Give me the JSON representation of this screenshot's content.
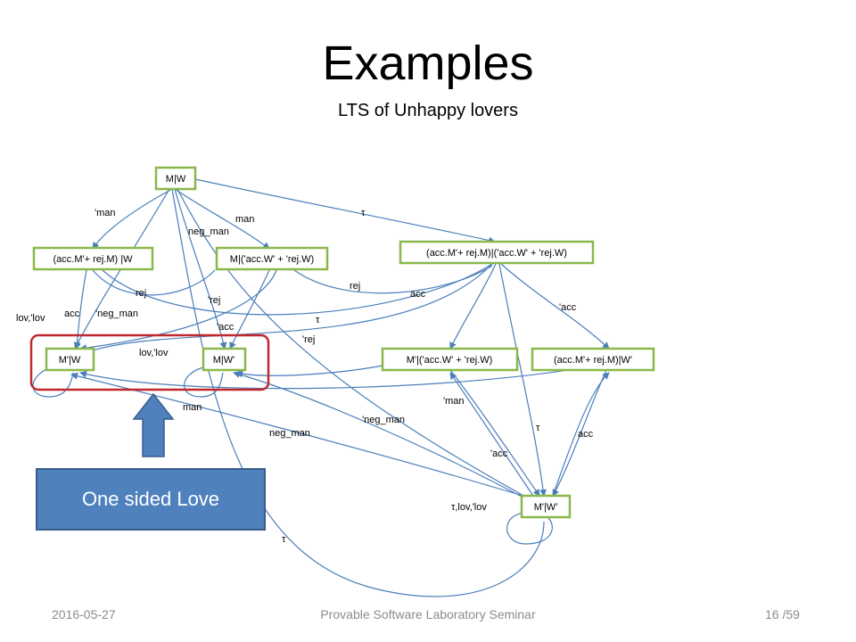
{
  "slide": {
    "title": "Examples",
    "subtitle": "LTS of Unhappy lovers"
  },
  "colors": {
    "node_border": "#8bb84a",
    "edge": "#4a7ebb",
    "highlight_box": "#c0282e",
    "arrow_fill": "#4f81bd",
    "callout_fill": "#4f81bd"
  },
  "nodes": {
    "mw": "M|W",
    "acc_rej_w": "(acc.M'+ rej.M) |W",
    "m_accrej": "M|('acc.W' + 'rej.W)",
    "sum_sum": "(acc.M'+ rej.M)|('acc.W' + 'rej.W)",
    "mp_w": "M'|W",
    "m_wp": "M|W'",
    "mp_accrej": "M'|('acc.W' + 'rej.W)",
    "accrej_wp": "(acc.M'+ rej.M)|W'",
    "mp_wp": "M'|W'"
  },
  "edge_labels": {
    "man_out": "'man",
    "man": "man",
    "neg_man_top": "neg_man",
    "tau_top": "τ",
    "rej_left": "rej",
    "rej_mid": "'rej",
    "rej_right": "rej",
    "acc_right": "acc",
    "lov_left": "lov,'lov",
    "acc_left": "acc",
    "neg_man_left": "'neg_man",
    "tau_mid": "τ",
    "acc_mid": "'acc",
    "acc_far": "'acc",
    "lov_mid": "lov,'lov",
    "rej_low": "'rej",
    "man_low": "man",
    "neg_man_low": "'neg_man",
    "neg_man_bottom": "neg_man",
    "man_quote_right": "'man",
    "tau_right": "τ",
    "acc_bottom": "acc",
    "acc_quote_bottom": "'acc",
    "tau_lov": "τ,lov,'lov",
    "tau_bottom": "τ"
  },
  "callout": {
    "label": "One sided Love"
  },
  "footer": {
    "date": "2016-05-27",
    "title": "Provable Software Laboratory Seminar",
    "page": "16 /59"
  }
}
